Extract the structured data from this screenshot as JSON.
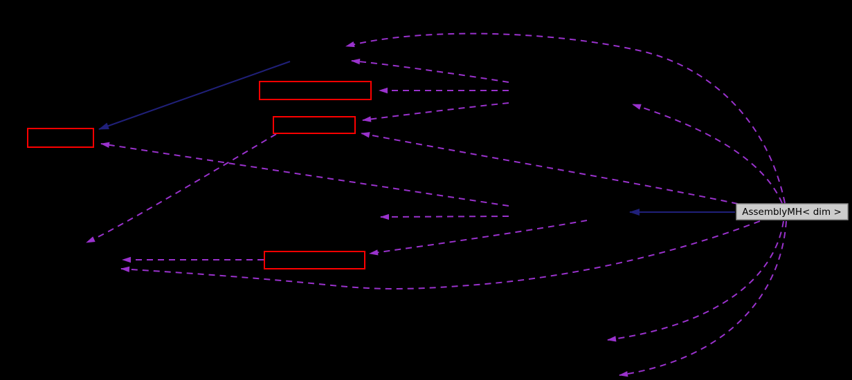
{
  "diagram": {
    "type": "collaboration-graph",
    "background": "#000000",
    "main_node": {
      "label": "AssemblyMH< dim >",
      "fill": "#cccccc",
      "border": "#8f8f8f",
      "text_color": "#000000"
    },
    "colors": {
      "usage_edge": "#9a32cd",
      "inheritance_edge": "#20207a",
      "red_node_border": "#ff0000"
    },
    "red_nodes": [
      {
        "id": "red-box-top"
      },
      {
        "id": "red-box-middle"
      },
      {
        "id": "red-box-left"
      },
      {
        "id": "red-box-bottom"
      }
    ],
    "edges": [
      {
        "id": "usage-main-to-top-node",
        "style": "dashed"
      },
      {
        "id": "usage-main-to-upper-right-node",
        "style": "dashed"
      },
      {
        "id": "usage-main-to-middle-box",
        "style": "dashed"
      },
      {
        "id": "inheritance-main-to-center-node",
        "style": "solid"
      },
      {
        "id": "usage-main-to-lower-left-node",
        "style": "dashed"
      },
      {
        "id": "usage-main-to-lower-right-node-1",
        "style": "dashed"
      },
      {
        "id": "usage-main-to-lower-right-node-2",
        "style": "dashed"
      },
      {
        "id": "usage-upper-right-to-top-node",
        "style": "dashed"
      },
      {
        "id": "usage-upper-right-to-top-box",
        "style": "dashed"
      },
      {
        "id": "usage-upper-right-to-middle-box",
        "style": "dashed"
      },
      {
        "id": "usage-center-to-left-box",
        "style": "dashed"
      },
      {
        "id": "usage-center-to-mid-left-node",
        "style": "dashed"
      },
      {
        "id": "usage-center-to-bottom-box",
        "style": "dashed"
      },
      {
        "id": "usage-bottom-box-to-lower-left-node",
        "style": "dashed"
      },
      {
        "id": "usage-middle-box-to-lower-left-node",
        "style": "dashed"
      },
      {
        "id": "inheritance-top-node-to-left-box",
        "style": "solid"
      }
    ]
  }
}
